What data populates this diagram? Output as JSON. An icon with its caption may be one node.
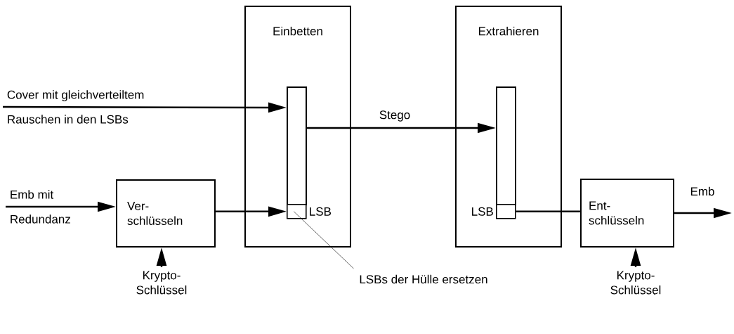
{
  "diagram": {
    "nodes": [
      {
        "text": [
          "Einbetten"
        ]
      },
      {
        "text": [],
        "shape": "bar",
        "in": 0
      },
      {
        "text": [],
        "shape": "box",
        "in": 0,
        "beside": [
          "LSB"
        ]
      },
      {
        "text": [
          "Extrahieren"
        ]
      },
      {
        "text": [],
        "shape": "bar",
        "in": 3
      },
      {
        "text": [],
        "shape": "box",
        "in": 3,
        "beside": [
          "LSB"
        ]
      },
      {
        "text": [
          "Cover mit gleichverteiltem",
          "Rauschen in den LSBs"
        ]
      },
      {
        "text": [
          "Emb mit",
          "Redundanz"
        ]
      },
      {
        "text": [
          "Ver- schlüsseln"
        ]
      },
      {
        "text": [
          "Krypto- Schlüssel"
        ]
      },
      {
        "text": [
          "Ent- schlüsseln"
        ]
      },
      {
        "text": [
          "Krypto- Schlüssel"
        ]
      },
      {
        "text": [
          "LSBs der Hülle ersetzen"
        ]
      }
    ],
    "edges": [
      {
        "from": 6,
        "to": 1,
        "arrow": "to"
      },
      {
        "from": 7,
        "to": 8,
        "arrow": "to"
      },
      {
        "from": 8,
        "to": 2,
        "arrow": "to"
      },
      {
        "from": 9,
        "to": 8,
        "arrow": "to"
      },
      {
        "from": 1,
        "to": 4,
        "arrow": "to",
        "label": "Stego"
      },
      {
        "from": 5,
        "to": 10,
        "arrow": "none"
      },
      {
        "from": 11,
        "to": 10,
        "arrow": "to"
      },
      {
        "from": 10,
        "to": null,
        "arrow": "to",
        "label": "Emb"
      },
      {
        "from": 12,
        "to": 2,
        "arrow": "none"
      }
    ]
  }
}
